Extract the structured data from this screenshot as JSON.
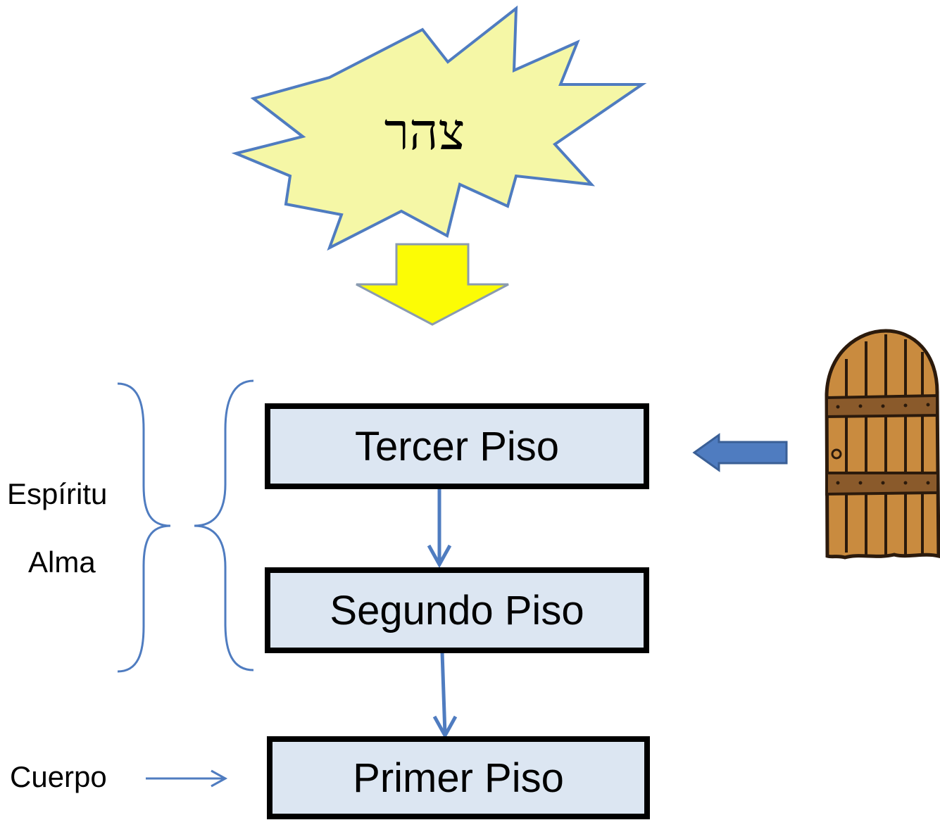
{
  "burst": {
    "text": "צהר",
    "fill": "#f5f7a6",
    "stroke": "#4f7cc0"
  },
  "down_arrow": {
    "fill": "#fcfc05",
    "stroke": "#8a9bb0"
  },
  "floors": {
    "third": "Tercer Piso",
    "second": "Segundo Piso",
    "first": "Primer Piso"
  },
  "labels": {
    "spirit": "Espíritu",
    "soul": "Alma",
    "body": "Cuerpo"
  },
  "colors": {
    "box_fill": "#dce6f2",
    "box_border": "#000000",
    "connector": "#4f7cc0",
    "door_wood": "#c98b3f"
  },
  "icons": [
    "starburst",
    "down-arrow-icon",
    "left-arrow-icon",
    "door-icon",
    "curly-brace"
  ]
}
